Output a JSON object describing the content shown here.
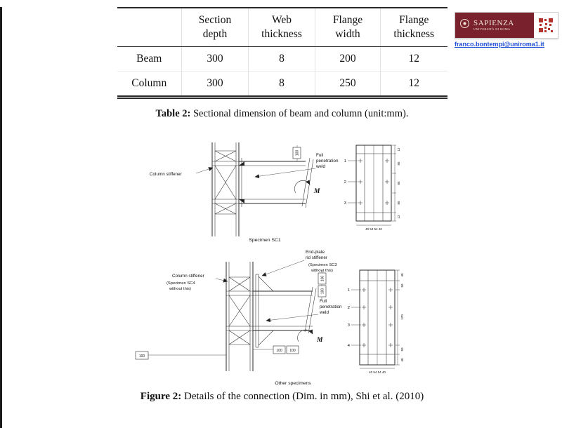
{
  "logo": {
    "name": "SAPIENZA",
    "subtitle": "UNIVERSITÀ DI ROMA",
    "email": "franco.bontempi@uniroma1.it"
  },
  "table": {
    "caption_label": "Table 2:",
    "caption_rest": " Sectional dimension of beam and column (unit:mm).",
    "col_headers": [
      "Section\ndepth",
      "Web\nthickness",
      "Flange\nwidth",
      "Flange\nthickness"
    ],
    "rows": [
      {
        "label": "Beam",
        "v0": "300",
        "v1": "8",
        "v2": "200",
        "v3": "12"
      },
      {
        "label": "Column",
        "v0": "300",
        "v1": "8",
        "v2": "250",
        "v3": "12"
      }
    ]
  },
  "figure": {
    "caption_label": "Figure 2:",
    "caption_rest": " Details of the connection (Dim. in mm), Shi et al. (2010)",
    "sc1": {
      "column_stiffener": "Column stiffener",
      "weld_l1": "Full",
      "weld_l2": "penetration",
      "weld_l3": "weld",
      "moment": "M",
      "dim_100": "100",
      "caption": "Specimen SC1",
      "bolt_1": "1",
      "bolt_2": "2",
      "bolt_3": "3",
      "dim_r1": "12",
      "dim_r2": "85",
      "dim_r3": "85",
      "dim_r4": "85",
      "dim_r5": "12",
      "dim_b": "40 54 54 40"
    },
    "others": {
      "endplate_l1": "End-plate",
      "endplate_l2": "rid stiffener",
      "sc3_l1": "(Specimen SC3",
      "sc3_l2": "without this)",
      "column_stiffener": "Column stiffener",
      "sc4_l1": "(Specimen SC4",
      "sc4_l2": "without this)",
      "weld_l1": "Full",
      "weld_l2": "penetration",
      "weld_l3": "weld",
      "moment": "M",
      "dim_100_a": "100",
      "dim_100_b": "100",
      "dim_100_c": "100",
      "dim_100_d": "100",
      "dim_100_e": "100",
      "caption": "Other specimens",
      "bolt_1": "1",
      "bolt_2": "2",
      "bolt_3": "3",
      "bolt_4": "4",
      "dim_r1": "40",
      "dim_r2": "50",
      "dim_r3": "170",
      "dim_r4": "50",
      "dim_r5": "40",
      "dim_b": "40 54 54 40"
    }
  }
}
